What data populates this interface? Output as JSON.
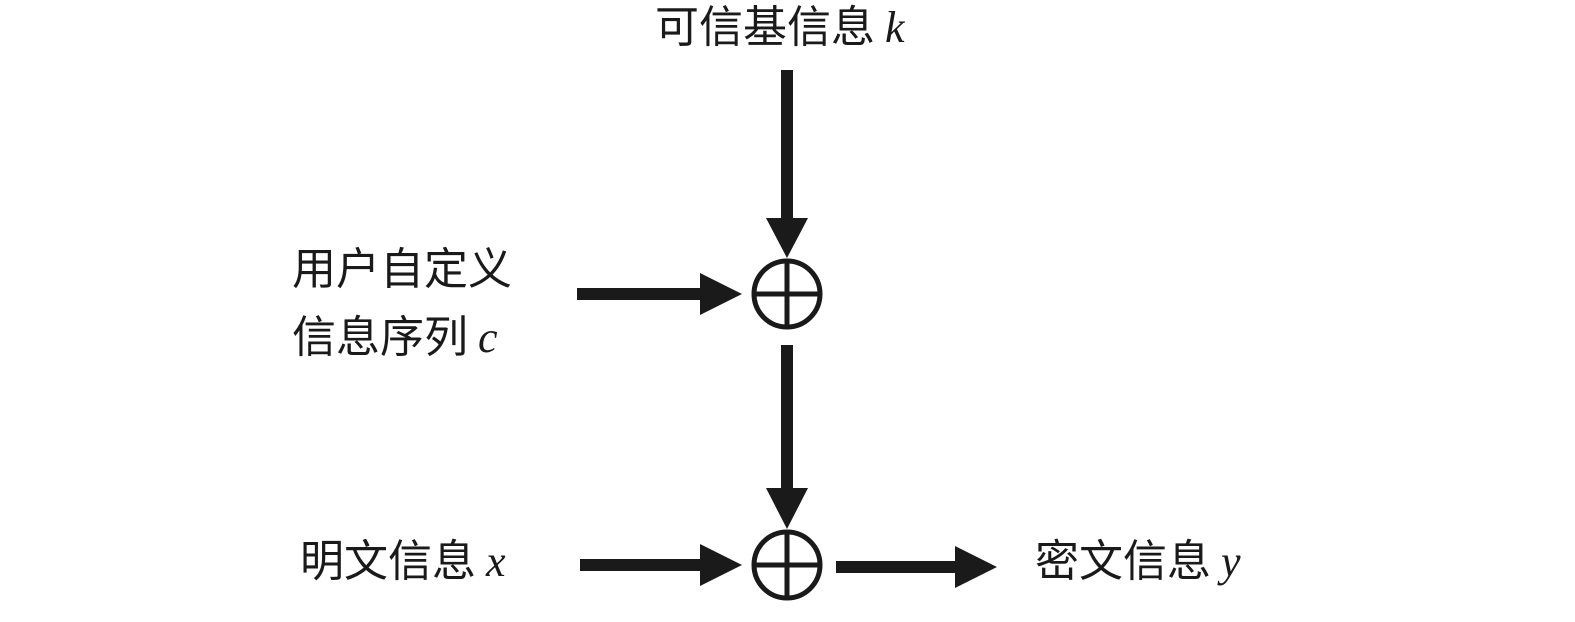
{
  "labels": {
    "trusted_base_info": "可信基信息",
    "trusted_base_var": "k",
    "user_sequence_line1": "用户自定义",
    "user_sequence_line2": "信息序列",
    "user_sequence_var": "c",
    "plaintext_info": "明文信息",
    "plaintext_var": "x",
    "ciphertext_info": "密文信息",
    "ciphertext_var": "y"
  },
  "operators": {
    "xor_top": "⊕",
    "xor_bottom": "⊕"
  },
  "colors": {
    "stroke": "#1a1a1a",
    "background": "#ffffff"
  }
}
